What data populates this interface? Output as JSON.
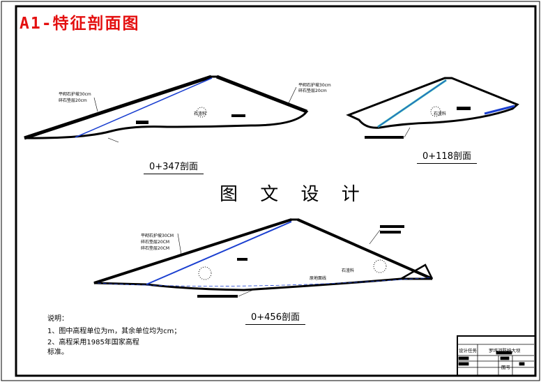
{
  "title": "A1-特征剖面图",
  "center_text": "图 文 设 计",
  "colors": {
    "title": "#e41010",
    "lining": "#1a3fd0",
    "filter": "#3fc0b0"
  },
  "sections": [
    {
      "name": "0+347剖面",
      "labels": [
        "平砌石护坡30cm",
        "碎石垫层20cm",
        "石渣料"
      ]
    },
    {
      "name": "0+118剖面",
      "labels": [
        "石渣料"
      ]
    },
    {
      "name": "0+456剖面",
      "labels": [
        "平砌石护坡30CM",
        "碎石垫层20CM",
        "碎石垫层20CM",
        "石渣料",
        "原地面线"
      ]
    }
  ],
  "right_labels": [
    "平砌石护坡30cm",
    "碎石垫层20cm"
  ],
  "notes": {
    "heading": "说明：",
    "items": [
      "1、图中高程单位为m，其余单位均为cm；",
      "2、高程采用1985年国家高程",
      "标准。"
    ]
  },
  "title_block": {
    "c1": "设计任务",
    "c2": "罗坪河防护大坝",
    "sheet": "图号"
  }
}
